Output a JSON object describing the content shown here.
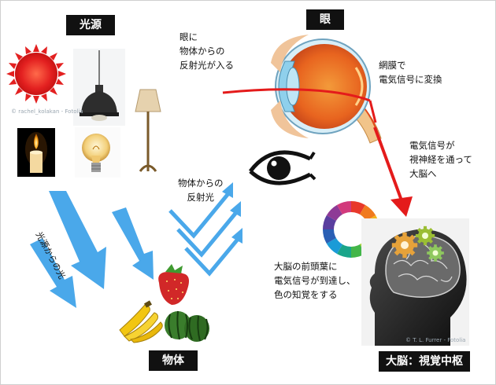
{
  "labels": {
    "light_source": "光源",
    "eye": "眼",
    "object": "物体",
    "brain": "大脳：視覚中枢"
  },
  "notes": {
    "reflected_light_enters_eye": "眼に\n物体からの\n反射光が入る",
    "retina": "網膜で\n電気信号に変換",
    "optic_nerve": "電気信号が\n視神経を通って\n大脳へ",
    "reflected_light": "物体からの\n反射光",
    "light_from_source": "光源からの光",
    "frontal_lobe": "大脳の前頭葉に\n電気信号が到達し、\n色の知覚をする"
  },
  "credits": {
    "brain_image": "© T. L. Furrer - Fotolia",
    "sun_image": "© rachel_kolakan - Fotolia"
  },
  "colors": {
    "label_bg": "#111111",
    "light_arrow": "#4aa8ea",
    "signal_arrow": "#e41b1b",
    "sun": "#e32020",
    "apple": "#d12828",
    "watermelon": "#3a7d2c",
    "banana": "#f2c612"
  },
  "icons": [
    "sun-icon",
    "pendant-lamp-icon",
    "floor-lamp-icon",
    "candle-icon",
    "light-bulb-icon",
    "eye-cross-section-icon",
    "eye-symbol-icon",
    "color-wheel-icon",
    "brain-head-icon",
    "gear-icon",
    "strawberry-icon",
    "banana-icon",
    "watermelon-icon"
  ]
}
